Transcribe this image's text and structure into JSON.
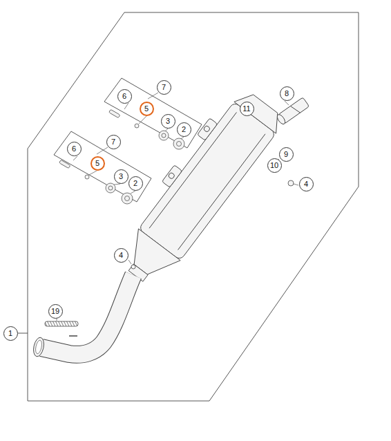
{
  "diagram": {
    "labels": [
      "7",
      "6",
      "5",
      "3",
      "2",
      "11",
      "8",
      "7",
      "6",
      "5",
      "3",
      "2",
      "9",
      "10",
      "4",
      "4",
      "19",
      "1"
    ]
  }
}
